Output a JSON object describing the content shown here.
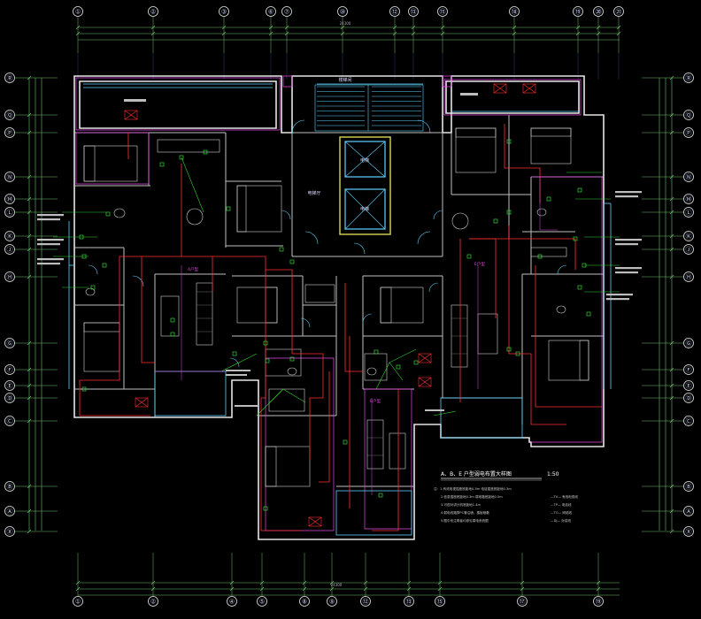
{
  "drawing": {
    "title": "A、B、E 户型弱电布置大样图",
    "scale": "1:50"
  },
  "axes": {
    "top": [
      "①",
      "②",
      "③",
      "⑥",
      "⑦",
      "⑩",
      "⑫",
      "⑬",
      "⑮",
      "⑱",
      "⑲",
      "⑳",
      "㉑"
    ],
    "bottom": [
      "①",
      "②",
      "④",
      "⑤",
      "⑧",
      "⑨",
      "⑫",
      "⑬",
      "⑮",
      "⑰",
      "⑲"
    ],
    "left": [
      "Ⓡ",
      "Ⓠ",
      "Ⓟ",
      "Ⓝ",
      "Ⓜ",
      "Ⓛ",
      "Ⓚ",
      "Ⓙ",
      "Ⓗ",
      "Ⓖ",
      "Ⓕ",
      "Ⓔ",
      "Ⓓ",
      "Ⓒ",
      "Ⓑ",
      "Ⓐ",
      "Ⓧ"
    ],
    "right": [
      "Ⓡ",
      "Ⓠ",
      "Ⓟ",
      "Ⓝ",
      "Ⓜ",
      "Ⓛ",
      "Ⓚ",
      "Ⓙ",
      "Ⓗ",
      "Ⓖ",
      "Ⓕ",
      "Ⓔ",
      "Ⓓ",
      "Ⓒ",
      "Ⓑ",
      "Ⓐ",
      "Ⓧ"
    ]
  },
  "dims": {
    "top_total": "24300",
    "bottom_total": "24300"
  },
  "rooms": {
    "stair": "楼梯间",
    "lift_hall": "电梯厅",
    "elevator_1": "电梯",
    "elevator_2": "电梯",
    "a_unit": "A户型",
    "b_unit": "B户型",
    "e_unit": "E户型"
  },
  "legend": {
    "lines": [
      "注：1.有线电视插座底距地0.3m  电话插座底距地0.3m",
      "2.信息插座底距地0.3m  弱电箱底距地0.5m",
      "3.可视对讲分机底距地1.4m",
      "4.弱电线路穿PC管沿墙、楼板暗敷",
      "5.图中未注明者均参见弱电系统图"
    ],
    "items": [
      "—TV— 有线电视线",
      "—TP— 电话线",
      "—TO— 网络线",
      "—DJ— 对讲线"
    ]
  }
}
